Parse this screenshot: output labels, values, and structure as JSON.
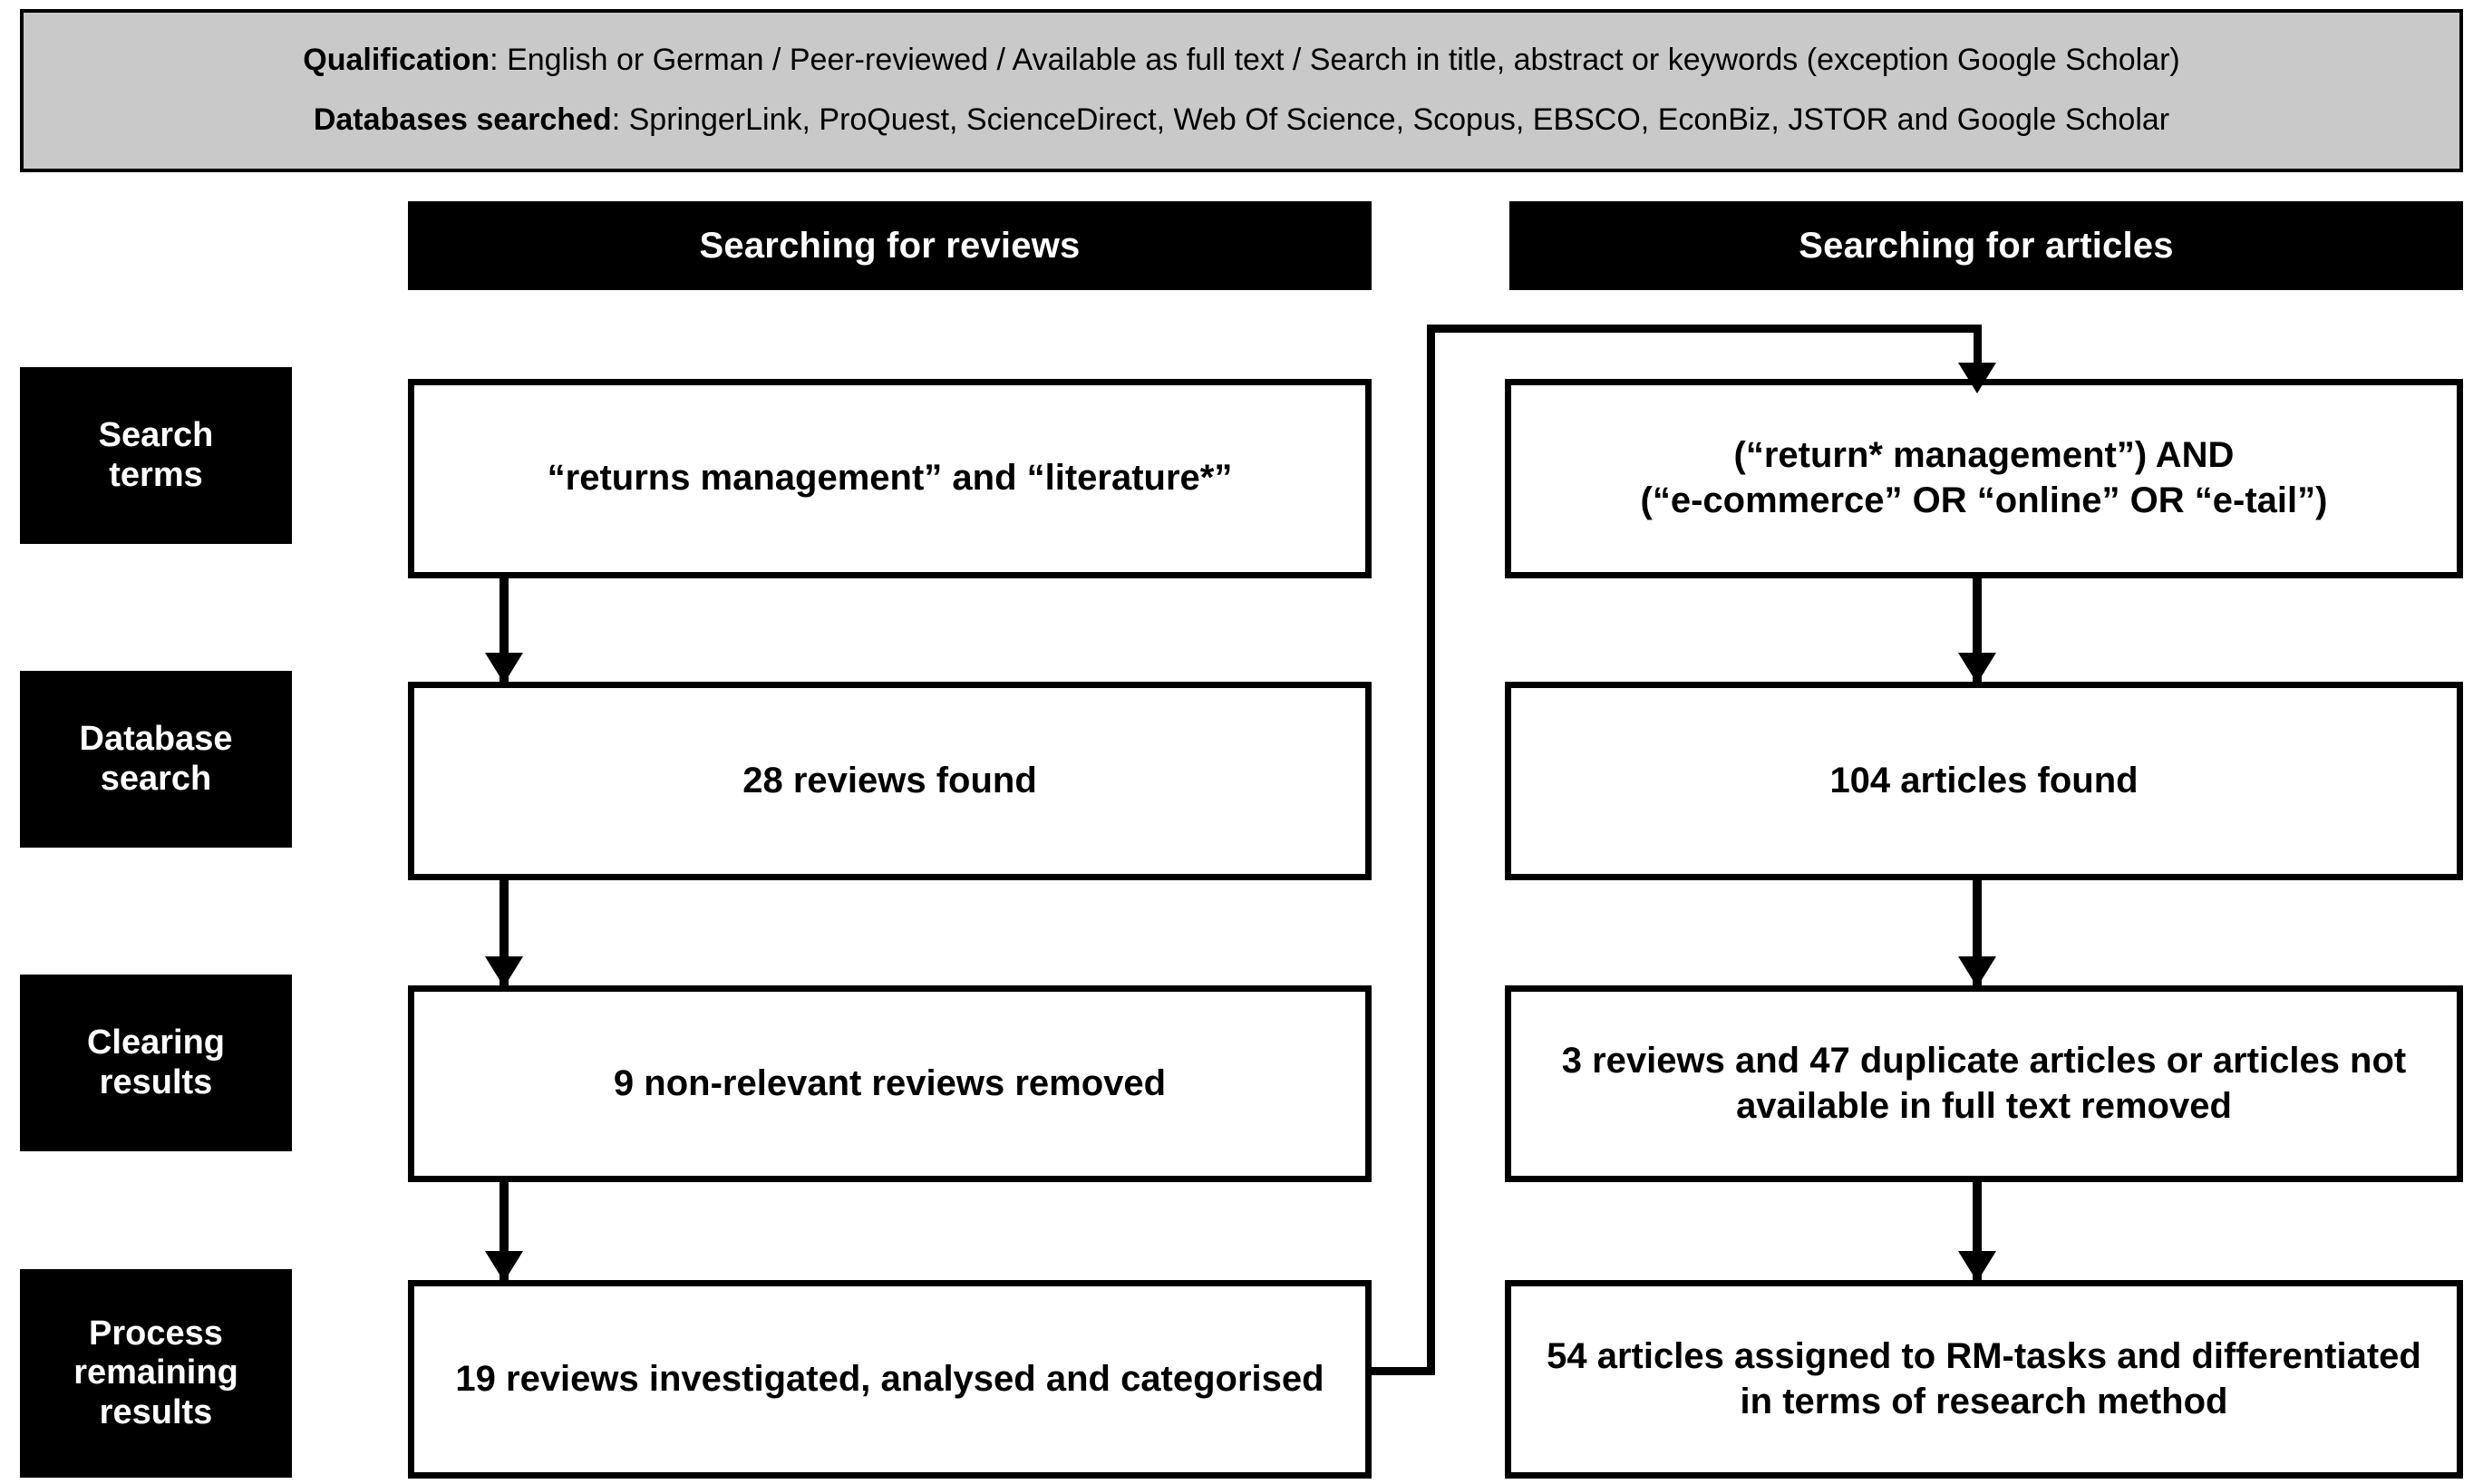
{
  "header": {
    "qualification_label": "Qualification",
    "qualification_text": ": English or German / Peer-reviewed / Available as full text / Search in title, abstract or keywords (exception Google Scholar)",
    "databases_label": "Databases searched",
    "databases_text": ": SpringerLink, ProQuest, ScienceDirect, Web Of Science, Scopus, EBSCO, EconBiz, JSTOR and Google Scholar",
    "background_color": "#c9c9c9",
    "border_color": "#000000"
  },
  "columns": [
    {
      "id": "reviews",
      "title": "Searching for reviews"
    },
    {
      "id": "articles",
      "title": "Searching for articles"
    }
  ],
  "stages": [
    {
      "id": "search-terms",
      "label": "Search\nterms"
    },
    {
      "id": "database-search",
      "label": "Database\nsearch"
    },
    {
      "id": "clearing-results",
      "label": "Clearing\nresults"
    },
    {
      "id": "process-remaining",
      "label": "Process\nremaining\nresults"
    }
  ],
  "flow": {
    "reviews": [
      "“returns management” and “literature*”",
      "28 reviews found",
      "9 non-relevant reviews removed",
      "19 reviews investigated, analysed and categorised"
    ],
    "articles": [
      "(“return* management”) AND\n(“e-commerce” OR “online” OR “e-tail”)",
      "104 articles found",
      "3 reviews and 47 duplicate articles or articles not available in full text removed",
      "54 articles assigned to RM-tasks and differentiated in terms of research method"
    ]
  },
  "connectors": {
    "feedback_description": "From 19 reviews investigated box to articles search-terms box"
  },
  "colors": {
    "box_fill": "#ffffff",
    "box_border": "#000000",
    "label_fill": "#000000",
    "label_text": "#ffffff",
    "banner_fill": "#c9c9c9"
  }
}
